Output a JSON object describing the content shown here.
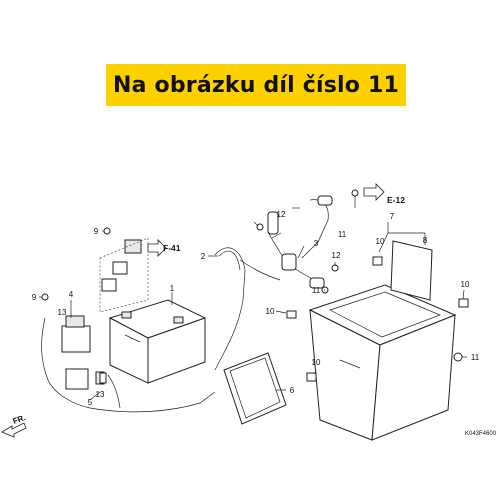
{
  "banner": {
    "text": "Na obrázku díl číslo 11",
    "color": "#fdd000"
  },
  "refs": {
    "e12": "E-12",
    "f41": "F-41",
    "fr": "FR.",
    "code": "K043F4600"
  },
  "callouts": {
    "c1": "1",
    "c2": "2",
    "c3": "3",
    "c4": "4",
    "c5": "5",
    "c6": "6",
    "c7": "7",
    "c8": "8",
    "c9a": "9",
    "c9b": "9",
    "c10a": "10",
    "c10b": "10",
    "c10c": "10",
    "c10d": "10",
    "c11a": "11",
    "c11b": "11",
    "c11c": "11",
    "c12a": "12",
    "c12b": "12",
    "c13a": "13",
    "c13b": "13"
  },
  "icons": {
    "fr_arrow": "arrow-left-icon",
    "ref_arrow": "arrow-right-icon"
  }
}
